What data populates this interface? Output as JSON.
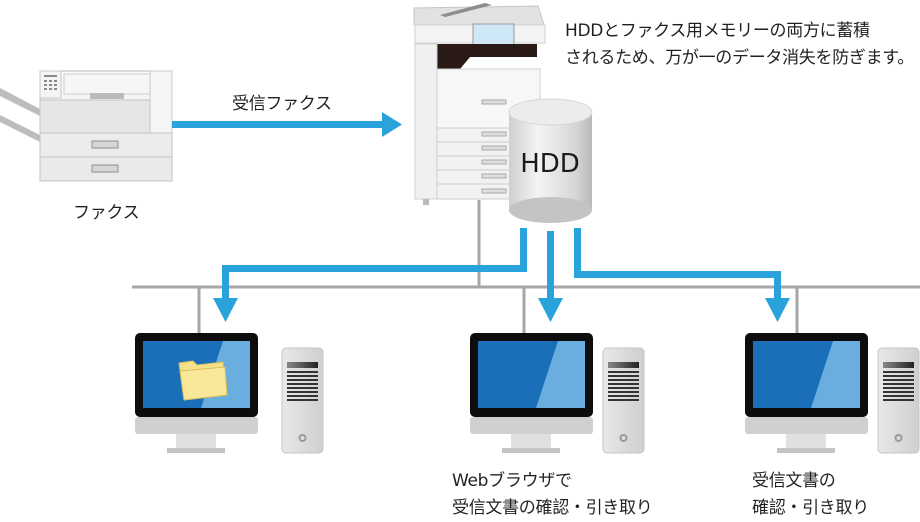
{
  "diagram": {
    "note": {
      "line1": "HDDとファクス用メモリーの両方に蓄積",
      "line2": "されるため、万が一のデータ消失を防ぎます。"
    },
    "fax_arrow_label": "受信ファクス",
    "fax_label": "ファクス",
    "hdd_label": "HDD",
    "pc_web": {
      "line1": "Webブラウザで",
      "line2": "受信文書の確認・引き取り"
    },
    "pc_client": {
      "line1": "受信文書の",
      "line2": "確認・引き取り"
    },
    "nodes": [
      "fax-machine",
      "multifunction-printer",
      "hdd",
      "pc-folder",
      "pc-web-browser",
      "pc-client"
    ],
    "colors": {
      "arrow": "#2aa3dc",
      "network_line": "#a6a6a6",
      "screen_dark": "#1a6fb8",
      "screen_light": "#6aaee0",
      "folder": "#f6e08a"
    }
  }
}
